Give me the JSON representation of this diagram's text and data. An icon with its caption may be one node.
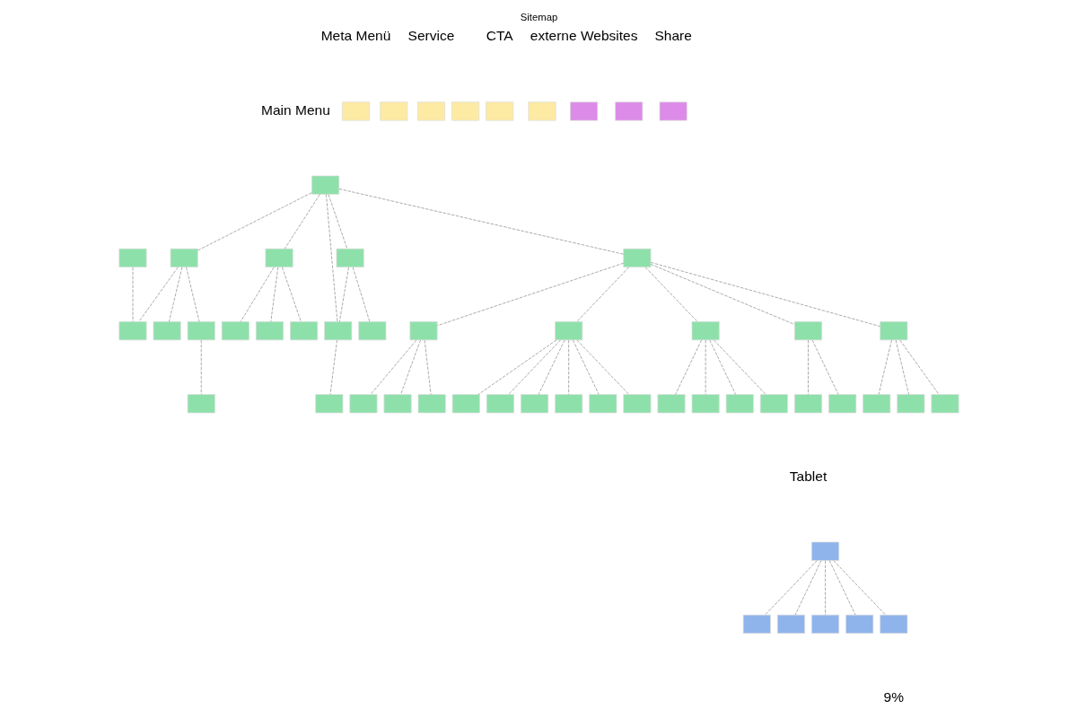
{
  "diagram": {
    "title": "Sitemap",
    "nodes": [
      {
        "text": [],
        "shape": "box"
      },
      {
        "text": [],
        "shape": "box"
      },
      {
        "text": [],
        "shape": "box"
      },
      {
        "text": [],
        "shape": "box"
      },
      {
        "text": [],
        "shape": "box"
      },
      {
        "text": [],
        "shape": "box"
      },
      {
        "text": [],
        "shape": "box"
      },
      {
        "text": [],
        "shape": "box"
      },
      {
        "text": [],
        "shape": "box"
      },
      {
        "text": [],
        "shape": "box"
      },
      {
        "text": [],
        "shape": "box"
      },
      {
        "text": [],
        "shape": "box"
      },
      {
        "text": [],
        "shape": "box"
      },
      {
        "text": [],
        "shape": "box"
      },
      {
        "text": [],
        "shape": "box"
      },
      {
        "text": [],
        "shape": "box"
      },
      {
        "text": [],
        "shape": "box"
      },
      {
        "text": [],
        "shape": "box"
      },
      {
        "text": [],
        "shape": "box"
      },
      {
        "text": [],
        "shape": "box"
      },
      {
        "text": [],
        "shape": "box"
      },
      {
        "text": [],
        "shape": "box"
      },
      {
        "text": [],
        "shape": "box"
      },
      {
        "text": [],
        "shape": "box"
      },
      {
        "text": [],
        "shape": "box"
      },
      {
        "text": [],
        "shape": "box"
      },
      {
        "text": [],
        "shape": "box"
      },
      {
        "text": [],
        "shape": "box"
      },
      {
        "text": [],
        "shape": "box"
      },
      {
        "text": [],
        "shape": "box"
      },
      {
        "text": [],
        "shape": "box"
      },
      {
        "text": [],
        "shape": "box"
      },
      {
        "text": [],
        "shape": "box"
      },
      {
        "text": [],
        "shape": "box"
      },
      {
        "text": [],
        "shape": "box"
      },
      {
        "text": [],
        "shape": "box"
      },
      {
        "text": [],
        "shape": "box"
      },
      {
        "text": [],
        "shape": "box"
      },
      {
        "text": [],
        "shape": "box"
      },
      {
        "text": [],
        "shape": "box"
      },
      {
        "text": [],
        "shape": "box"
      },
      {
        "text": [],
        "shape": "box"
      },
      {
        "text": [],
        "shape": "box"
      },
      {
        "text": [],
        "shape": "box"
      },
      {
        "text": [],
        "shape": "box"
      },
      {
        "text": [],
        "shape": "box"
      },
      {
        "text": [],
        "shape": "box"
      },
      {
        "text": [],
        "shape": "box"
      },
      {
        "text": [],
        "shape": "box"
      },
      {
        "text": [],
        "shape": "box"
      },
      {
        "text": [],
        "shape": "box"
      },
      {
        "text": [],
        "shape": "box"
      },
      {
        "text": [],
        "shape": "box"
      },
      {
        "text": [],
        "shape": "box"
      }
    ],
    "edges": [
      {
        "from": 9,
        "to": 10,
        "arrow": "none",
        "style": "dashed"
      },
      {
        "from": 9,
        "to": 11,
        "arrow": "none",
        "style": "dashed"
      },
      {
        "from": 9,
        "to": 12,
        "arrow": "none",
        "style": "dashed"
      },
      {
        "from": 9,
        "to": 13,
        "arrow": "none",
        "style": "dashed"
      },
      {
        "from": 9,
        "to": 14,
        "arrow": "none",
        "style": "dashed"
      },
      {
        "from": 13,
        "to": 14,
        "arrow": "none",
        "style": "dashed"
      },
      {
        "from": 14,
        "to": 15,
        "arrow": "none",
        "style": "dashed"
      },
      {
        "from": 13,
        "to": 16,
        "arrow": "none",
        "style": "dashed"
      },
      {
        "from": 11,
        "to": 18,
        "arrow": "none",
        "style": "dashed"
      },
      {
        "from": 11,
        "to": 19,
        "arrow": "none",
        "style": "dashed"
      },
      {
        "from": 11,
        "to": 20,
        "arrow": "none",
        "style": "dashed"
      },
      {
        "from": 17,
        "to": 18,
        "arrow": "none",
        "style": "dashed"
      },
      {
        "from": 20,
        "to": 21,
        "arrow": "none",
        "style": "dashed"
      },
      {
        "from": 12,
        "to": 22,
        "arrow": "none",
        "style": "dashed"
      },
      {
        "from": 12,
        "to": 23,
        "arrow": "none",
        "style": "dashed"
      },
      {
        "from": 12,
        "to": 24,
        "arrow": "none",
        "style": "dashed"
      },
      {
        "from": 10,
        "to": 25,
        "arrow": "none",
        "style": "dashed"
      },
      {
        "from": 10,
        "to": 26,
        "arrow": "none",
        "style": "dashed"
      },
      {
        "from": 10,
        "to": 27,
        "arrow": "none",
        "style": "dashed"
      },
      {
        "from": 10,
        "to": 28,
        "arrow": "none",
        "style": "dashed"
      },
      {
        "from": 10,
        "to": 29,
        "arrow": "none",
        "style": "dashed"
      },
      {
        "from": 25,
        "to": 30,
        "arrow": "none",
        "style": "dashed"
      },
      {
        "from": 25,
        "to": 31,
        "arrow": "none",
        "style": "dashed"
      },
      {
        "from": 25,
        "to": 32,
        "arrow": "none",
        "style": "dashed"
      },
      {
        "from": 25,
        "to": 33,
        "arrow": "none",
        "style": "dashed"
      },
      {
        "from": 26,
        "to": 34,
        "arrow": "none",
        "style": "dashed"
      },
      {
        "from": 26,
        "to": 35,
        "arrow": "none",
        "style": "dashed"
      },
      {
        "from": 27,
        "to": 36,
        "arrow": "none",
        "style": "dashed"
      },
      {
        "from": 27,
        "to": 37,
        "arrow": "none",
        "style": "dashed"
      },
      {
        "from": 27,
        "to": 38,
        "arrow": "none",
        "style": "dashed"
      },
      {
        "from": 28,
        "to": 39,
        "arrow": "none",
        "style": "dashed"
      },
      {
        "from": 28,
        "to": 40,
        "arrow": "none",
        "style": "dashed"
      },
      {
        "from": 28,
        "to": 41,
        "arrow": "none",
        "style": "dashed"
      },
      {
        "from": 29,
        "to": 42,
        "arrow": "none",
        "style": "dashed"
      },
      {
        "from": 29,
        "to": 43,
        "arrow": "none",
        "style": "dashed"
      },
      {
        "from": 29,
        "to": 44,
        "arrow": "none",
        "style": "dashed"
      },
      {
        "from": 29,
        "to": 45,
        "arrow": "none",
        "style": "dashed"
      },
      {
        "from": 29,
        "to": 46,
        "arrow": "none",
        "style": "dashed"
      },
      {
        "from": 29,
        "to": 47,
        "arrow": "none",
        "style": "dashed"
      },
      {
        "from": 48,
        "to": 49,
        "arrow": "none",
        "style": "dashed"
      },
      {
        "from": 48,
        "to": 50,
        "arrow": "none",
        "style": "dashed"
      },
      {
        "from": 48,
        "to": 51,
        "arrow": "none",
        "style": "dashed"
      },
      {
        "from": 48,
        "to": 52,
        "arrow": "none",
        "style": "dashed"
      },
      {
        "from": 48,
        "to": 53,
        "arrow": "none",
        "style": "dashed"
      }
    ],
    "labels": [
      "Meta Menü",
      "Service",
      "CTA",
      "externe Websites",
      "Share",
      "Main Menu",
      "Tablet",
      "9%"
    ]
  }
}
